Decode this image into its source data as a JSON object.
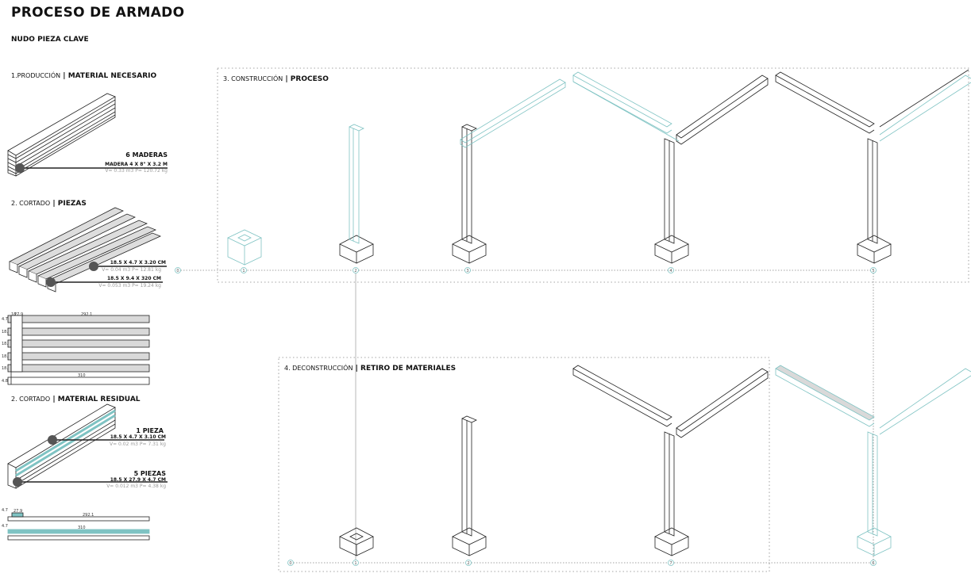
{
  "title": "PROCESO DE ARMADO",
  "subtitle": "NUDO PIEZA CLAVE",
  "sections": {
    "s1": {
      "prefix": "1.PRODUCCIÓN",
      "sep": " | ",
      "strong": "MATERIAL NECESARIO"
    },
    "s2": {
      "prefix": "2. CORTADO",
      "sep": " | ",
      "strong": "PIEZAS"
    },
    "s2b": {
      "prefix": "2. CORTADO",
      "sep": " | ",
      "strong": "MATERIAL RESIDUAL"
    },
    "s3": {
      "prefix": "3. CONSTRUCCIÓN",
      "sep": " | ",
      "strong": "PROCESO"
    },
    "s4": {
      "prefix": "4. DECONSTRUCCIÓN",
      "sep": " | ",
      "strong": "RETIRO DE MATERIALES"
    }
  },
  "material": {
    "count_label": "6 MADERAS",
    "spec": "MADERA 4 X 8\" X 3.2 M",
    "metrics": "V= 0.33 m3    P= 120.72 kg"
  },
  "pieces": {
    "a_dims": "18.5 X 4.7 X 3.20 CM",
    "a_metrics": "V= 0.04 m3    P= 12.81 kg",
    "b_dims": "18.5 X 9.4 X 320 CM",
    "b_metrics": "V= 0.053 m3    P= 19.24 kg"
  },
  "residual": {
    "r1_label": "1 PIEZA",
    "r1_dims": "18.5 X 4.7 X 3.10 CM",
    "r1_metrics": "V= 0.02 m3    P= 7.31 kg",
    "r2_label": "5 PIEZAS",
    "r2_dims": "18.5 X 27.9 X 4.7 CM",
    "r2_metrics": "V= 0.012 m3    P= 4.38 kg"
  },
  "plan_dims": {
    "left": "18",
    "mid": "27.9",
    "long": "292.1",
    "full": "310",
    "row_labels": [
      "4.7",
      "18.5",
      "18.5",
      "18.5",
      "18.5",
      "4.8"
    ]
  },
  "residual_plan_dims": {
    "mid": "27.9",
    "long": "292.1",
    "full": "310",
    "row_labels": [
      "4.7",
      "4.7"
    ]
  },
  "timeline_top": [
    "0",
    "1",
    "2",
    "3",
    "4",
    "5"
  ],
  "timeline_bottom": [
    "0",
    "1",
    "2",
    "7",
    "6"
  ],
  "colors": {
    "accent": "#7fc3c3",
    "line": "#222222",
    "fill_gray": "#d9d9d9",
    "dot": "#555555"
  }
}
